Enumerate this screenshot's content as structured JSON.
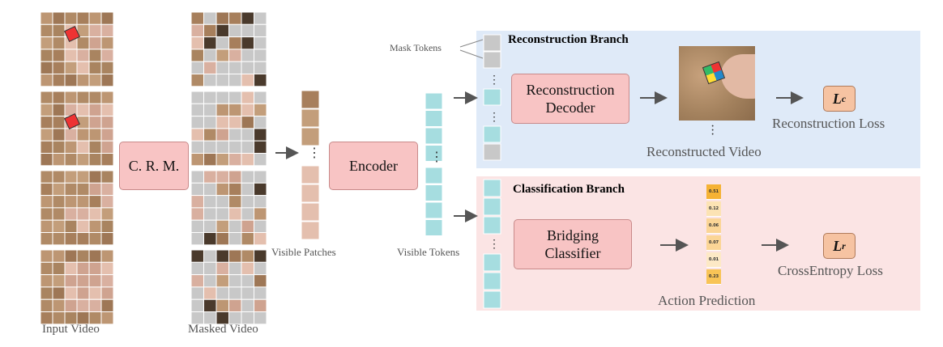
{
  "labels": {
    "input_video": "Input Video",
    "masked_video": "Masked Video",
    "visible_patches": "Visible Patches",
    "visible_tokens": "Visible Tokens",
    "mask_tokens": "Mask Tokens",
    "reconstructed_video": "Reconstructed Video",
    "action_prediction": "Action Prediction",
    "reconstruction_loss": "Reconstruction Loss",
    "crossentropy_loss": "CrossEntropy Loss"
  },
  "boxes": {
    "crm": "C. R. M.",
    "encoder": "Encoder",
    "recon_decoder_line1": "Reconstruction",
    "recon_decoder_line2": "Decoder",
    "bridging_line1": "Bridging",
    "bridging_line2": "Classifier"
  },
  "branches": {
    "reconstruction": "Reconstruction Branch",
    "classification": "Classification Branch"
  },
  "losses": {
    "lc_symbol": "L",
    "lc_sub": "c",
    "lr_symbol": "L",
    "lr_sub": "r"
  },
  "predictions": [
    "0.51",
    "0.12",
    "0.06",
    "0.07",
    "0.01",
    "0.23"
  ],
  "colors": {
    "recon_bg": "#dfeaf8",
    "class_bg": "#fbe4e4",
    "box_pink": "#f8c4c4",
    "token_cyan": "#a6dde0",
    "mask_gray": "#c8c8c8",
    "loss_orange": "#f6c3a2"
  }
}
